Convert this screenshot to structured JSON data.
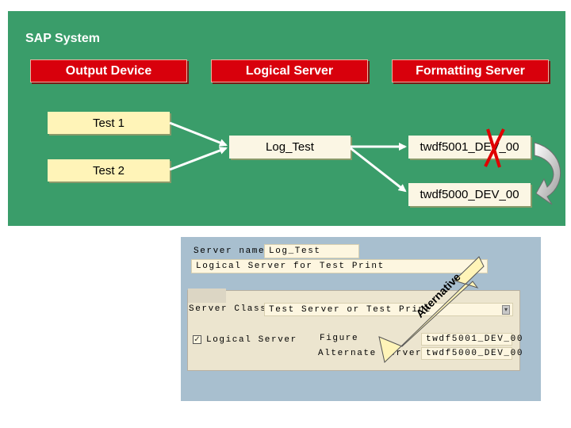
{
  "sap_system": {
    "title": "SAP System",
    "headers": {
      "output_device": "Output Device",
      "logical_server": "Logical Server",
      "formatting_server": "Formatting Server"
    },
    "output_devices": [
      "Test 1",
      "Test 2"
    ],
    "logical_server": "Log_Test",
    "formatting_servers": [
      "twdf5001_DEV_00",
      "twdf5000_DEV_00"
    ]
  },
  "screen": {
    "server_name_label": "Server name",
    "server_name_value": "Log_Test",
    "description_value": "Logical Server for Test Print",
    "server_class_label": "Server Class",
    "server_class_value": "Test Server or Test Print",
    "logical_server_checkbox_label": "Logical Server",
    "logical_server_checked": true,
    "figure_label": "Figure",
    "alternate_servers_label": "Alternate Servers",
    "figure_value": "twdf5001_DEV_00",
    "alternate_value": "twdf5000_DEV_00"
  },
  "callout": {
    "text": "Alternative"
  },
  "colors": {
    "panel_green": "#3a9d6a",
    "header_red": "#d8000c",
    "device_yellow": "#fff4b8",
    "server_cream": "#fbf6e4",
    "screen_blue": "#a8bfcf",
    "cross_red": "#e00000"
  }
}
